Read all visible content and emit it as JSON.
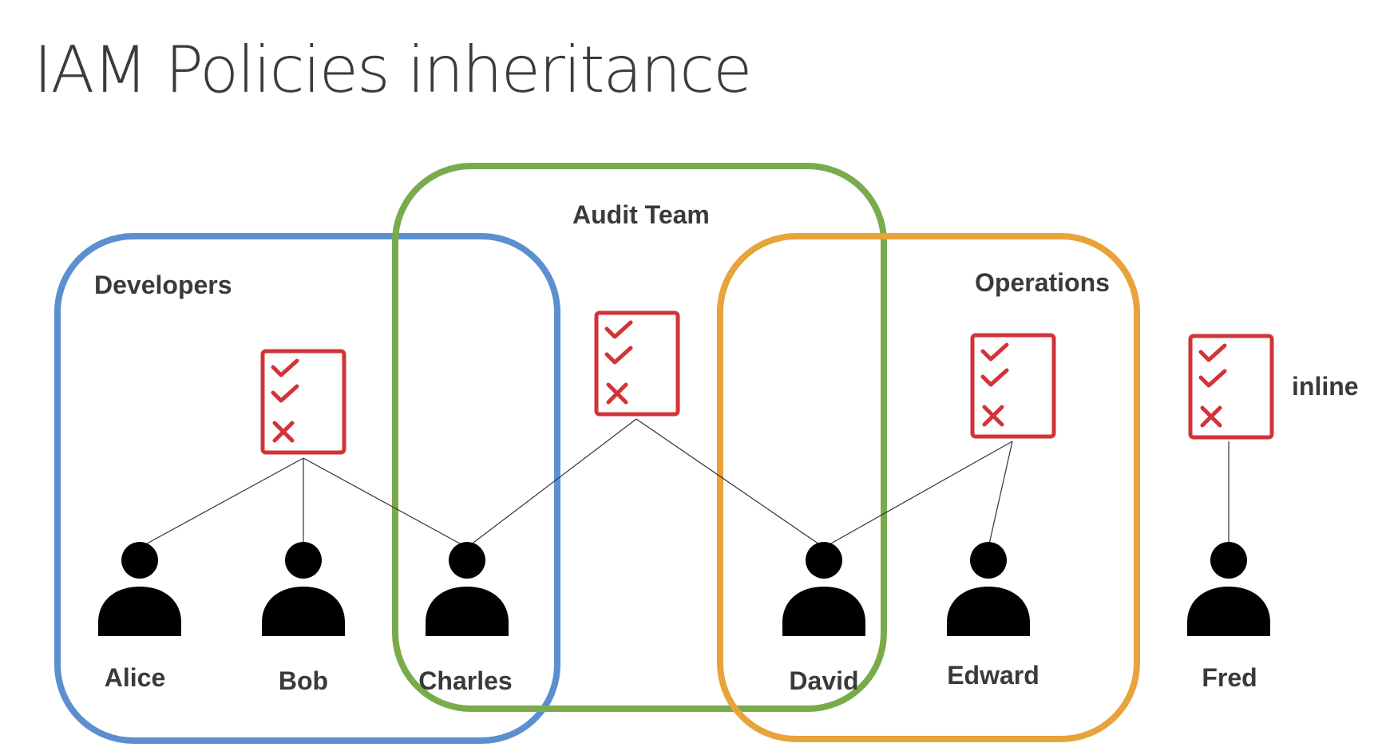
{
  "title": "IAM Policies inheritance",
  "colors": {
    "developers": "#5b8fcf",
    "audit_team": "#7aab4b",
    "operations": "#e8a33a",
    "policy": "#d13438",
    "user_icon": "#232f3e",
    "text": "#3a3a3a"
  },
  "groups": {
    "developers": {
      "label": "Developers",
      "color": "#5b8fcf"
    },
    "audit_team": {
      "label": "Audit Team",
      "color": "#7aab4b"
    },
    "operations": {
      "label": "Operations",
      "color": "#e8a33a"
    },
    "inline": {
      "label": "inline"
    }
  },
  "policy_items": [
    "check",
    "check",
    "cross"
  ],
  "users": {
    "alice": "Alice",
    "bob": "Bob",
    "charles": "Charles",
    "david": "David",
    "edward": "Edward",
    "fred": "Fred"
  },
  "icons": {
    "user": "user-icon",
    "policy": "policy-document-icon"
  }
}
